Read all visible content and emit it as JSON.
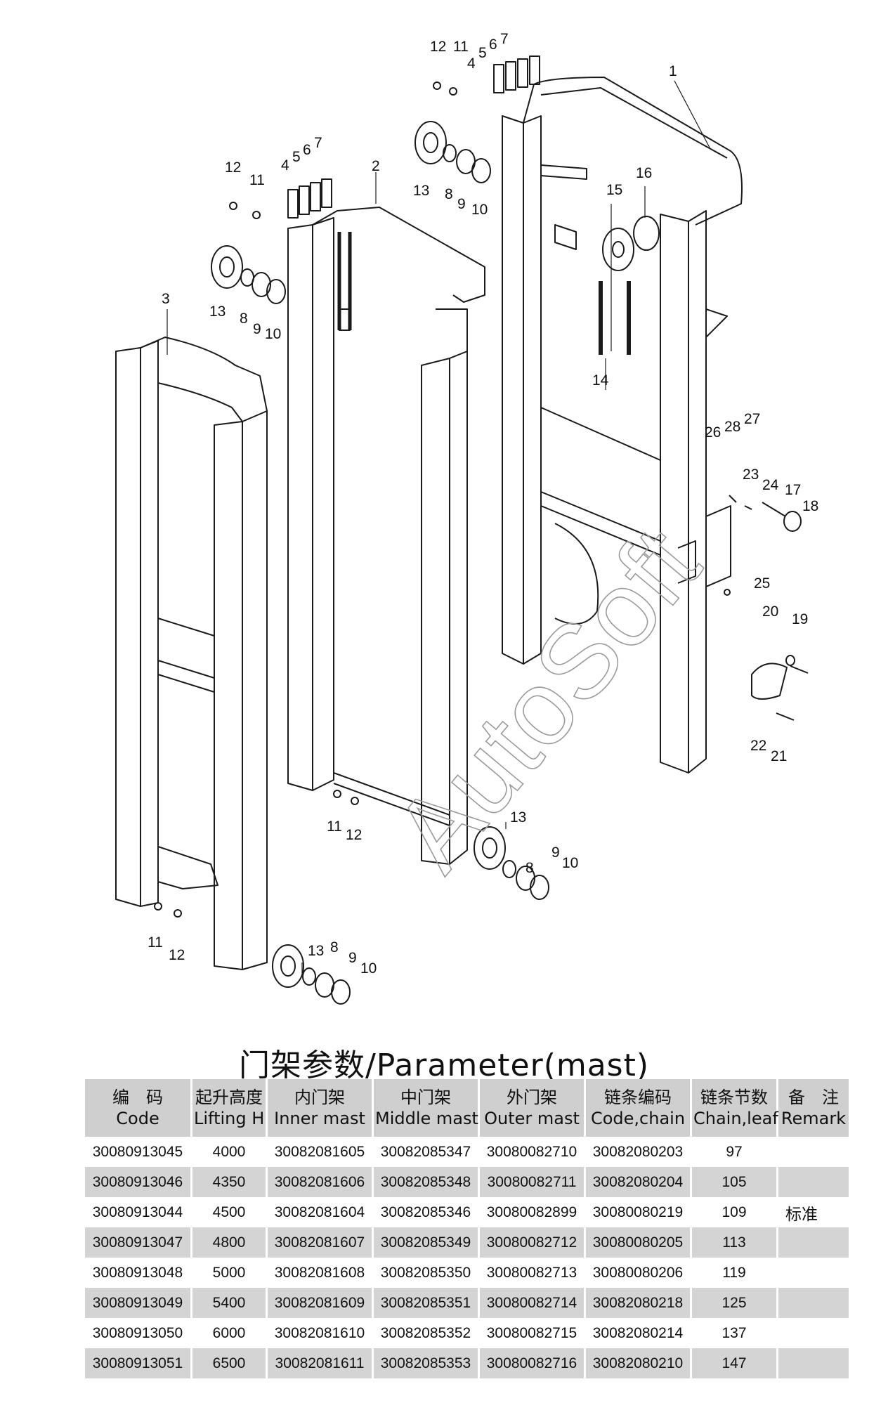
{
  "watermark": "AutoSoft",
  "callouts": [
    "1",
    "2",
    "3",
    "4",
    "5",
    "6",
    "7",
    "8",
    "9",
    "10",
    "11",
    "12",
    "13",
    "14",
    "15",
    "16",
    "17",
    "18",
    "19",
    "20",
    "21",
    "22",
    "23",
    "24",
    "25",
    "26",
    "27",
    "28"
  ],
  "title": "门架参数/Parameter(mast)",
  "table": {
    "headers": [
      {
        "cn": "编　码",
        "en": "Code"
      },
      {
        "cn": "起升高度",
        "en": "Lifting H"
      },
      {
        "cn": "内门架",
        "en": "Inner mast"
      },
      {
        "cn": "中门架",
        "en": "Middle mast"
      },
      {
        "cn": "外门架",
        "en": "Outer mast"
      },
      {
        "cn": "链条编码",
        "en": "Code,chain"
      },
      {
        "cn": "链条节数",
        "en": "Chain,leaf"
      },
      {
        "cn": "备　注",
        "en": "Remark"
      }
    ],
    "rows": [
      [
        "30080913045",
        "4000",
        "30082081605",
        "30082085347",
        "30080082710",
        "30082080203",
        "97",
        ""
      ],
      [
        "30080913046",
        "4350",
        "30082081606",
        "30082085348",
        "30080082711",
        "30082080204",
        "105",
        ""
      ],
      [
        "30080913044",
        "4500",
        "30082081604",
        "30082085346",
        "30080082899",
        "30080080219",
        "109",
        "标准"
      ],
      [
        "30080913047",
        "4800",
        "30082081607",
        "30082085349",
        "30080082712",
        "30080080205",
        "113",
        ""
      ],
      [
        "30080913048",
        "5000",
        "30082081608",
        "30082085350",
        "30080082713",
        "30080080206",
        "119",
        ""
      ],
      [
        "30080913049",
        "5400",
        "30082081609",
        "30082085351",
        "30080082714",
        "30082080218",
        "125",
        ""
      ],
      [
        "30080913050",
        "6000",
        "30082081610",
        "30082085352",
        "30080082715",
        "30082080214",
        "137",
        ""
      ],
      [
        "30080913051",
        "6500",
        "30082081611",
        "30082085353",
        "30080082716",
        "30082080210",
        "147",
        ""
      ]
    ]
  }
}
